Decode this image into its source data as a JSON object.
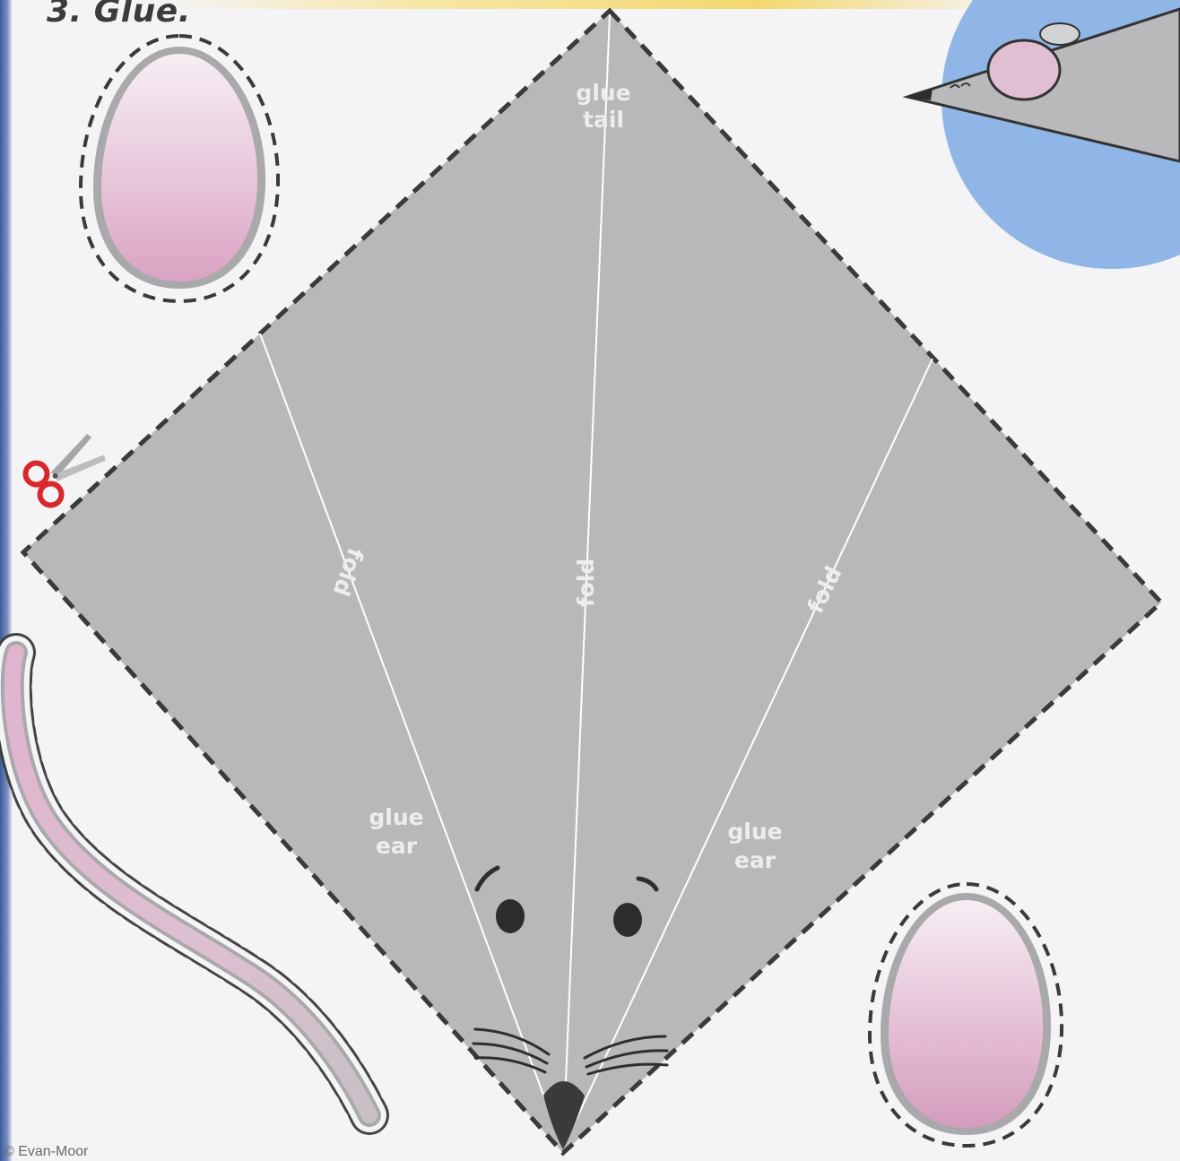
{
  "step": {
    "title": "3. Glue."
  },
  "labels": {
    "glue_tail": [
      "glue",
      "tail"
    ],
    "glue_ear_left": [
      "glue",
      "ear"
    ],
    "glue_ear_right": [
      "glue",
      "ear"
    ],
    "fold_left": "fold",
    "fold_center": "fold",
    "fold_right": "fold"
  },
  "copyright": "© Evan-Moor",
  "colors": {
    "body_gray": "#b8b8ba",
    "ear_pink": "#d9a6c4",
    "tail_pink": "#dcaec8",
    "cut_line": "#3a3a3a",
    "fold_line": "#ffffff",
    "scissors_red": "#d8282c",
    "preview_circle": "#8fb6e6"
  },
  "icons": [
    "scissors-icon",
    "mouse-preview-icon"
  ]
}
